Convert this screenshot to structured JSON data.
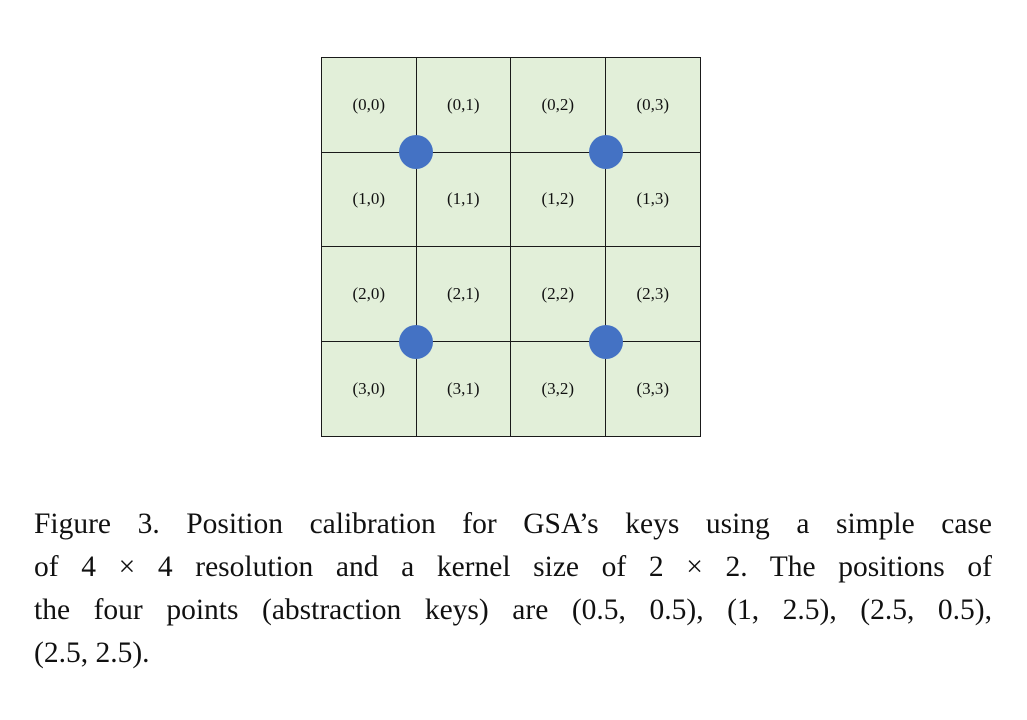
{
  "figure": {
    "grid_rows": 4,
    "grid_cols": 4,
    "cell_labels": [
      [
        "(0,0)",
        "(0,1)",
        "(0,2)",
        "(0,3)"
      ],
      [
        "(1,0)",
        "(1,1)",
        "(1,2)",
        "(1,3)"
      ],
      [
        "(2,0)",
        "(2,1)",
        "(2,2)",
        "(2,3)"
      ],
      [
        "(3,0)",
        "(3,1)",
        "(3,2)",
        "(3,3)"
      ]
    ],
    "cell_color": "#e2efd9",
    "point_color": "#4472c4",
    "points": [
      {
        "row": 1,
        "col": 1
      },
      {
        "row": 1,
        "col": 3
      },
      {
        "row": 3,
        "col": 1
      },
      {
        "row": 3,
        "col": 3
      }
    ]
  },
  "caption": {
    "lines": [
      "Figure 3. Position calibration for GSA’s keys using a simple case",
      "of 4 × 4 resolution and a kernel size of 2 × 2. The positions of",
      "the four points (abstraction keys) are (0.5, 0.5), (1, 2.5), (2.5, 0.5),",
      "(2.5, 2.5)."
    ]
  }
}
